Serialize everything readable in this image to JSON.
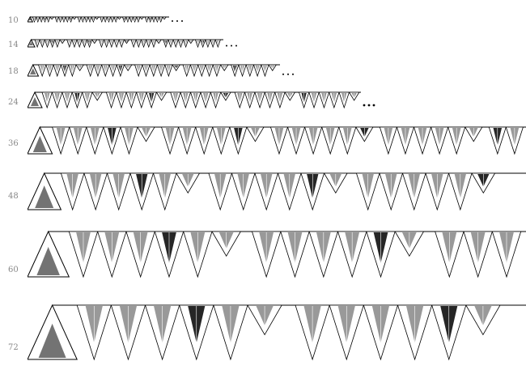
{
  "sizes": [
    "10",
    "14",
    "18",
    "24",
    "36",
    "48",
    "60",
    "72"
  ],
  "colors": {
    "ink": "#000000",
    "paper": "#ffffff",
    "label": "#888888"
  },
  "glyph_icon": "ornamental-triangle-pennant-glyph"
}
